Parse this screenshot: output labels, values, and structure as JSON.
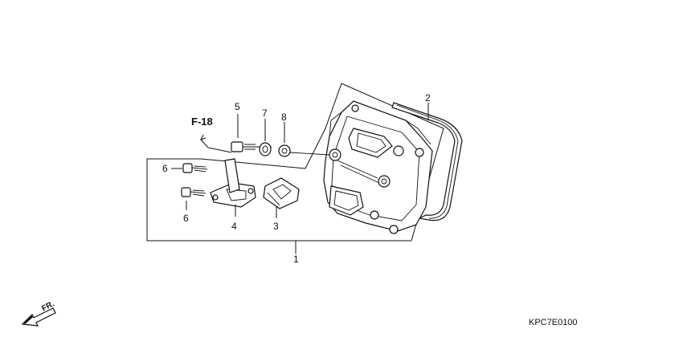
{
  "diagram": {
    "callouts": {
      "c1": "1",
      "c2": "2",
      "c3": "3",
      "c4": "4",
      "c5": "5",
      "c6a": "6",
      "c6b": "6",
      "c7": "7",
      "c8": "8"
    },
    "reference": "F-18",
    "direction_label": "FR.",
    "diagram_code": "KPC7E0100"
  }
}
